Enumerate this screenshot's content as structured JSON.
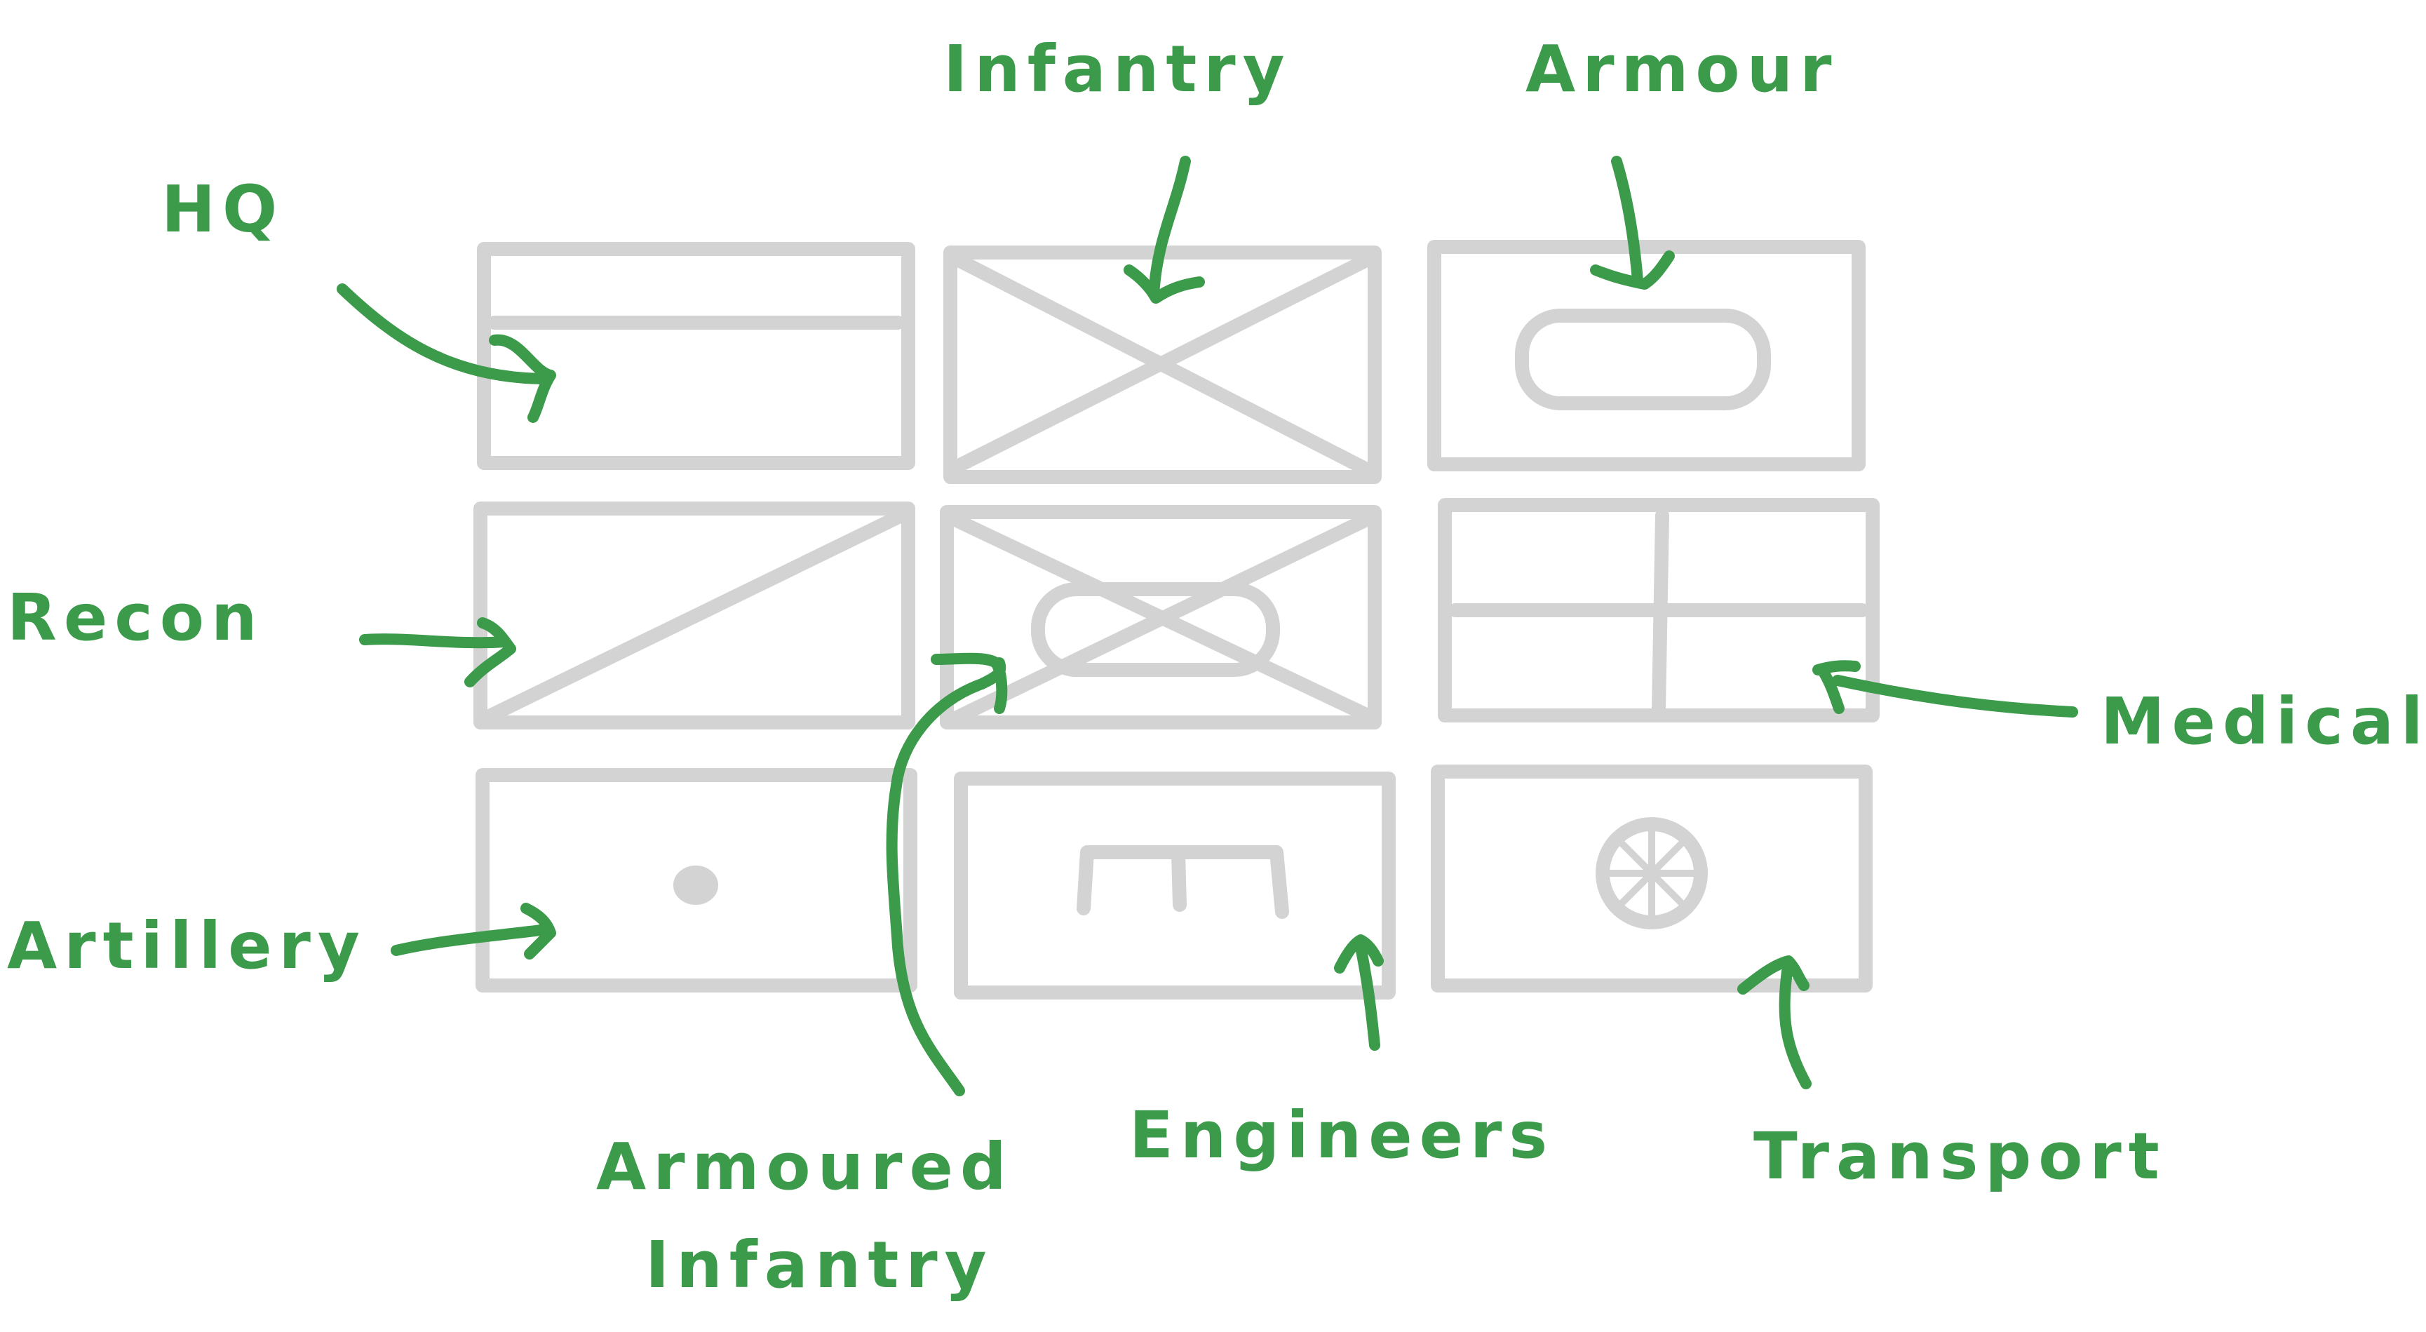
{
  "colors": {
    "symbol_stroke": "#d3d3d3",
    "annotation": "#3c9a4b",
    "background": "#ffffff"
  },
  "labels": {
    "hq": "HQ",
    "infantry": "Infantry",
    "armour": "Armour",
    "recon": "Recon",
    "medical": "Medical",
    "artillery": "Artillery",
    "armoured_infantry_line1": "Armoured",
    "armoured_infantry_line2": "Infantry",
    "engineers": "Engineers",
    "transport": "Transport"
  },
  "symbols": [
    {
      "id": "hq",
      "icon": "hq-staff-line"
    },
    {
      "id": "infantry",
      "icon": "cross-x"
    },
    {
      "id": "armour",
      "icon": "track-oval"
    },
    {
      "id": "recon",
      "icon": "diagonal-slash"
    },
    {
      "id": "armoured-infantry",
      "icon": "cross-x-with-oval"
    },
    {
      "id": "medical",
      "icon": "red-cross"
    },
    {
      "id": "artillery",
      "icon": "dot"
    },
    {
      "id": "engineers",
      "icon": "bridge-bracket"
    },
    {
      "id": "transport",
      "icon": "wheel-spokes"
    }
  ]
}
